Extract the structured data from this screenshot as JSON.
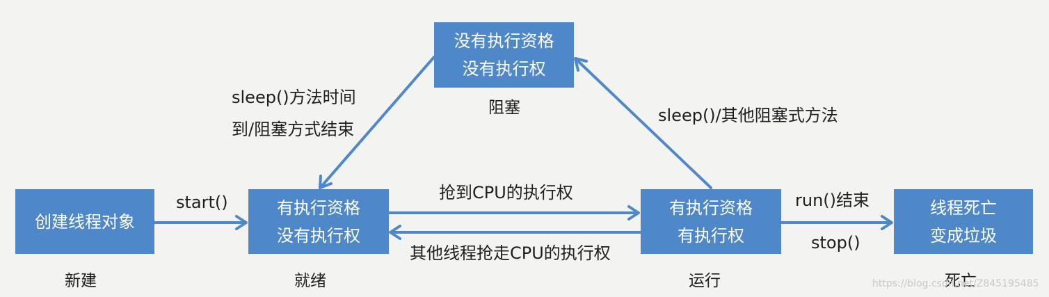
{
  "colors": {
    "box_fill": "#4e88c9",
    "arrow": "#4e88c9",
    "background": "#f3f4f1",
    "text": "#1e1e1e"
  },
  "nodes": {
    "new": {
      "box_lines": [
        "创建线程对象"
      ],
      "state": "新建"
    },
    "ready": {
      "box_lines": [
        "有执行资格",
        "没有执行权"
      ],
      "state": "就绪"
    },
    "blocked": {
      "box_lines": [
        "没有执行资格",
        "没有执行权"
      ],
      "state": "阻塞"
    },
    "running": {
      "box_lines": [
        "有执行资格",
        "有执行权"
      ],
      "state": "运行"
    },
    "dead": {
      "box_lines": [
        "线程死亡",
        "变成垃圾"
      ],
      "state": "死亡"
    }
  },
  "edges": {
    "new_to_ready": "start()",
    "ready_to_running": "抢到CPU的执行权",
    "running_to_ready": "其他线程抢走CPU的执行权",
    "running_to_blocked": "sleep()/其他阻塞式方法",
    "blocked_to_ready_line1": "sleep()方法时间",
    "blocked_to_ready_line2": "到/阻塞方式结束",
    "running_to_dead_line1": "run()结束",
    "running_to_dead_line2": "stop()"
  },
  "watermark": "https://blog.csdn.net/Z845195485"
}
